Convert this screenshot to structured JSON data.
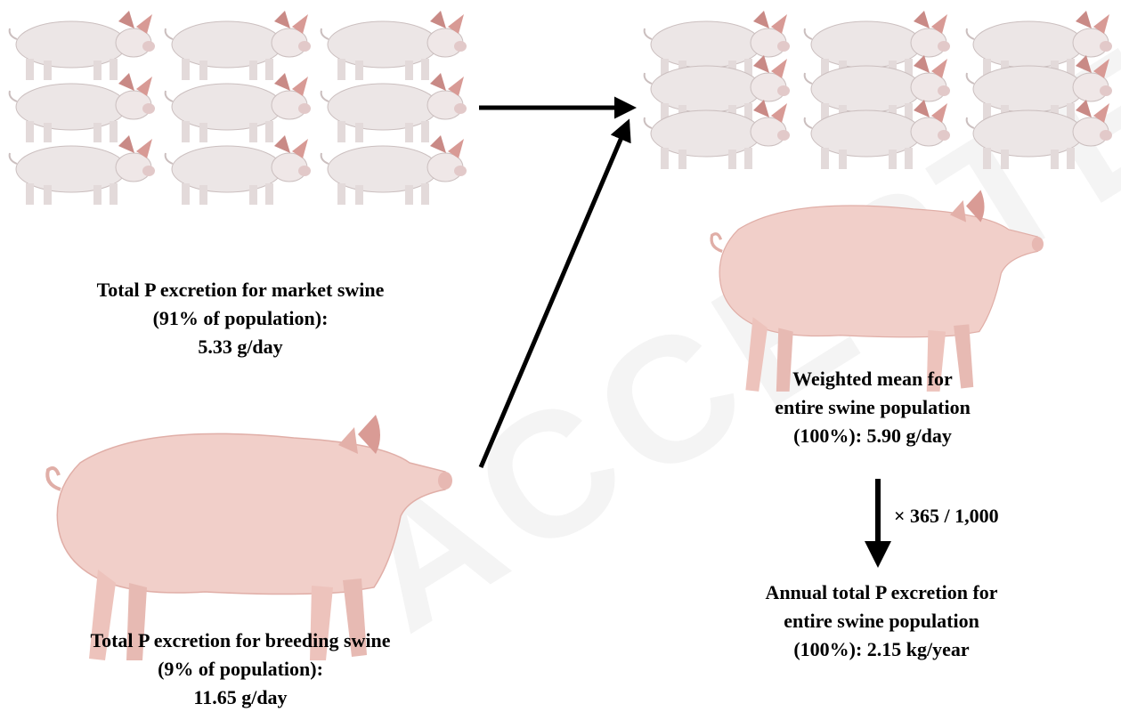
{
  "market": {
    "line1": "Total P excretion for market swine",
    "line2": "(91% of population):",
    "line3": "5.33 g/day"
  },
  "breeding": {
    "line1": "Total P excretion for breeding swine",
    "line2": "(9% of population):",
    "line3": "11.65 g/day"
  },
  "weighted": {
    "line1": "Weighted mean for",
    "line2": "entire swine population",
    "line3": "(100%): 5.90 g/day"
  },
  "conversion": {
    "label": "× 365 / 1,000"
  },
  "annual": {
    "line1": "Annual total P excretion for",
    "line2": "entire swine population",
    "line3": "(100%): 2.15 kg/year"
  },
  "watermark": {
    "text": "ACCEPTED"
  },
  "colors": {
    "pig_body": "#f1cfc9",
    "pig_ear": "#d99b95",
    "piglet": "#ece6e6",
    "arrow": "#000000"
  },
  "icons": {
    "piglet": "market-pig-icon",
    "sow": "breeding-sow-icon"
  }
}
